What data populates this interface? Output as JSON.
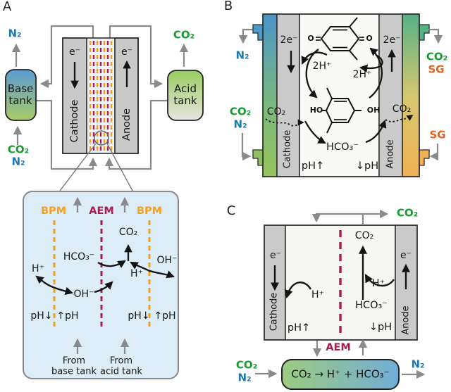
{
  "colors": {
    "n2": "#1c7ab0",
    "co2": "#169c2e",
    "sg": "#e8611f",
    "bpm": "#f5a01e",
    "aem": "#ad1a4f"
  },
  "panel_a": {
    "label": "A",
    "n2_top": "N₂",
    "co2_top": "CO₂",
    "base_tank": "Base\ntank",
    "acid_tank": "Acid\ntank",
    "co2_bottom": "CO₂",
    "n2_bottom": "N₂",
    "e_left": "e⁻",
    "e_right": "e⁻",
    "cathode": "Cathode",
    "anode": "Anode",
    "inset": {
      "bpm_left": "BPM",
      "aem": "AEM",
      "bpm_right": "BPM",
      "co2": "CO₂",
      "hco3": "HCO₃⁻",
      "h_left": "H⁺",
      "h_mid": "H⁺",
      "oh_mid": "OH⁻",
      "oh_right": "OH⁻",
      "ph_down_left": "pH↓",
      "ph_up_left": "↑pH",
      "ph_down_right": "pH↓",
      "ph_up_right": "↑pH",
      "from_base": "From\nbase tank",
      "from_acid": "From\nacid tank"
    }
  },
  "panel_b": {
    "label": "B",
    "n2_out": "N₂",
    "co2_in": "CO₂",
    "n2_in": "N₂",
    "co2_out": "CO₂",
    "sg_out": "SG",
    "sg_in": "SG",
    "e_left": "2e⁻",
    "e_right": "2e⁻",
    "h2_left": "2H⁺",
    "h2_right": "2H⁺",
    "o_left": "O",
    "o_right": "O",
    "ho": "HO",
    "oh": "OH",
    "co2_cathode": "CO₂",
    "co2_anode": "CO₂",
    "hco3": "HCO₃⁻",
    "ph_left": "pH↑",
    "ph_right": "↓pH",
    "cathode": "Cathode",
    "anode": "Anode"
  },
  "panel_c": {
    "label": "C",
    "co2_out": "CO₂",
    "co2_inner": "CO₂",
    "e_left": "e⁻",
    "e_right": "e⁻",
    "h_left": "H⁺",
    "h_right": "H⁺",
    "hco3": "HCO₃⁻",
    "ph_left": "pH↑",
    "ph_right": "↓pH",
    "cathode": "Cathode",
    "anode": "Anode",
    "aem": "AEM",
    "reaction": "CO₂ → H⁺ + HCO₃⁻",
    "co2_in": "CO₂",
    "n2_in": "N₂",
    "n2_out": "N₂"
  }
}
